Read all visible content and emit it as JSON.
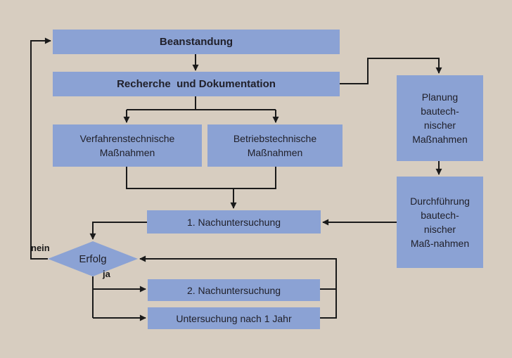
{
  "diagram": {
    "type": "flowchart",
    "language": "de",
    "nodes": {
      "beanstandung": {
        "label": "Beanstandung",
        "shape": "rect"
      },
      "recherche": {
        "label": "Recherche  und Dokumentation",
        "shape": "rect"
      },
      "verfahren": {
        "label": "Verfahrenstechnische\nMaßnahmen",
        "shape": "rect"
      },
      "betrieb": {
        "label": "Betriebstechnische\nMaßnahmen",
        "shape": "rect"
      },
      "planung": {
        "label": "Planung\nbautech-\nnischer\nMaßnahmen",
        "shape": "rect"
      },
      "durchfuehrung": {
        "label": "Durchführung\nbautech-\nnischer\nMaß-nahmen",
        "shape": "rect"
      },
      "nach1": {
        "label": "1. Nachuntersuchung",
        "shape": "rect"
      },
      "erfolg": {
        "label": "Erfolg",
        "shape": "diamond"
      },
      "nach2": {
        "label": "2. Nachuntersuchung",
        "shape": "rect"
      },
      "jahr": {
        "label": "Untersuchung nach 1 Jahr",
        "shape": "rect"
      }
    },
    "edge_labels": {
      "no": "nein",
      "yes": "ja"
    },
    "edges": [
      "beanstandung -> recherche",
      "recherche -> verfahren",
      "recherche -> betrieb",
      "recherche -> planung",
      "planung -> durchfuehrung",
      "verfahren -> nach1",
      "betrieb -> nach1",
      "durchfuehrung -> nach1",
      "nach1 -> erfolg",
      "erfolg -nein-> beanstandung",
      "erfolg -ja-> nach2",
      "erfolg -ja-> jahr",
      "nach2 -> erfolg",
      "jahr -> erfolg"
    ],
    "colors": {
      "background": "#d7cdc0",
      "node_fill": "#8ba2d4",
      "line": "#1a1a1a",
      "text": "#20202a"
    }
  }
}
